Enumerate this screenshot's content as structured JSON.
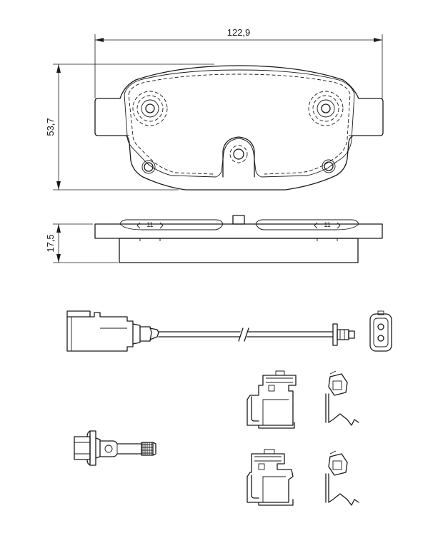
{
  "dimensions": {
    "width": "122,9",
    "height": "53,7",
    "thickness": "17,5"
  },
  "side_view_marks": {
    "left": "11",
    "right": "11"
  },
  "colors": {
    "line": "#1a1a1a",
    "background": "#ffffff"
  }
}
